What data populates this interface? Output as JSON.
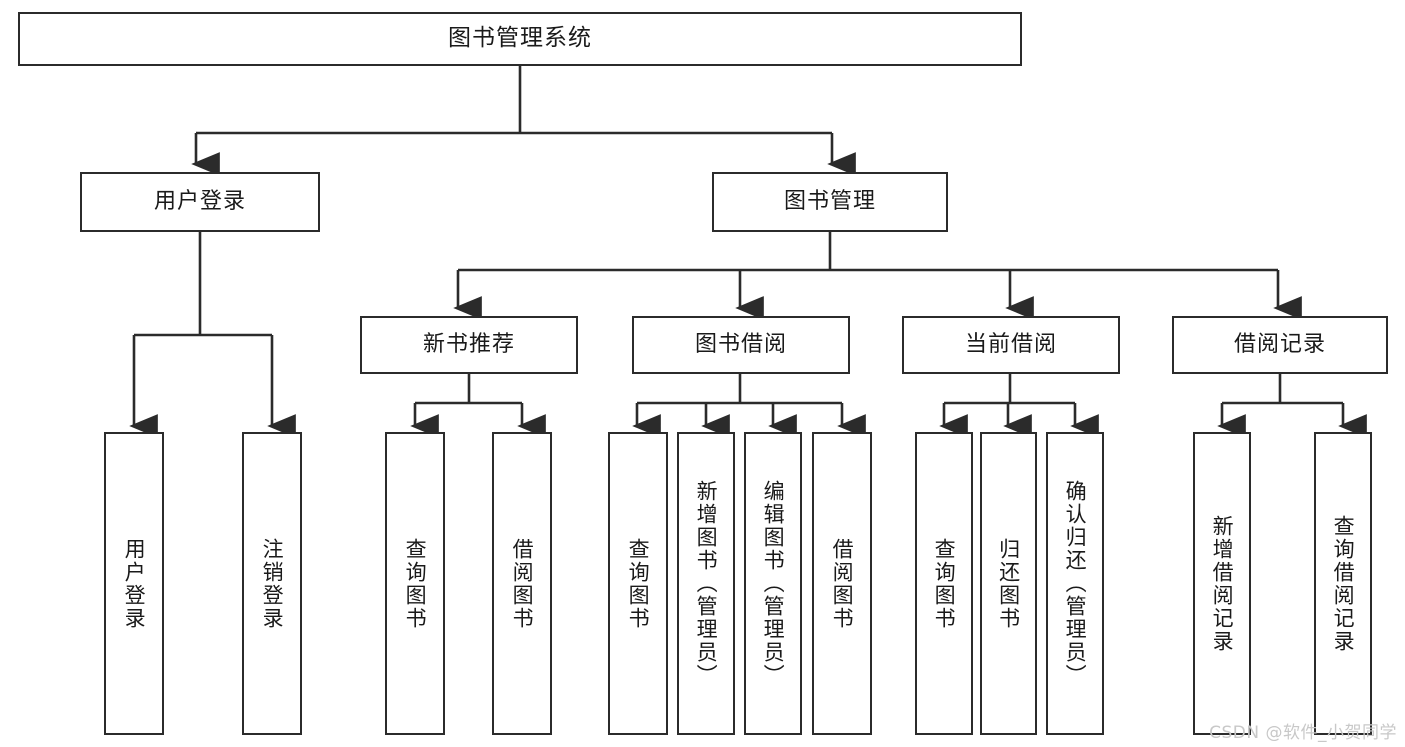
{
  "diagram": {
    "title": "图书管理系统",
    "type": "功能结构图",
    "background_color": "#ffffff",
    "line_color": "#2b2b2b",
    "box_fill": "#ffffff",
    "text_color": "#1a1a1a"
  },
  "nodes": {
    "root": {
      "label": "图书管理系统",
      "level": 0
    },
    "level1": [
      {
        "id": "user-login",
        "label": "用户登录"
      },
      {
        "id": "book-manage",
        "label": "图书管理"
      }
    ],
    "level2": [
      {
        "id": "new-book-recommend",
        "label": "新书推荐"
      },
      {
        "id": "book-borrow",
        "label": "图书借阅"
      },
      {
        "id": "current-borrow",
        "label": "当前借阅"
      },
      {
        "id": "borrow-record",
        "label": "借阅记录"
      }
    ],
    "leaves": {
      "user_login": [
        {
          "id": "leaf-user-login",
          "label": "用户登录"
        },
        {
          "id": "leaf-logout-login",
          "label": "注销登录"
        }
      ],
      "new_book_recommend": [
        {
          "id": "leaf-query-book-1",
          "label": "查询图书"
        },
        {
          "id": "leaf-borrow-book-1",
          "label": "借阅图书"
        }
      ],
      "book_borrow": [
        {
          "id": "leaf-query-book-2",
          "label": "查询图书"
        },
        {
          "id": "leaf-add-book",
          "label": "新增图书（管理员）"
        },
        {
          "id": "leaf-edit-book",
          "label": "编辑图书（管理员）"
        },
        {
          "id": "leaf-borrow-book-2",
          "label": "借阅图书"
        }
      ],
      "current_borrow": [
        {
          "id": "leaf-query-book-3",
          "label": "查询图书"
        },
        {
          "id": "leaf-return-book",
          "label": "归还图书"
        },
        {
          "id": "leaf-confirm-return",
          "label": "确认归还（管理员）"
        }
      ],
      "borrow_record": [
        {
          "id": "leaf-add-record",
          "label": "新增借阅记录"
        },
        {
          "id": "leaf-query-record",
          "label": "查询借阅记录"
        }
      ]
    }
  },
  "watermark": {
    "text": "CSDN @软件_小贺同学"
  }
}
